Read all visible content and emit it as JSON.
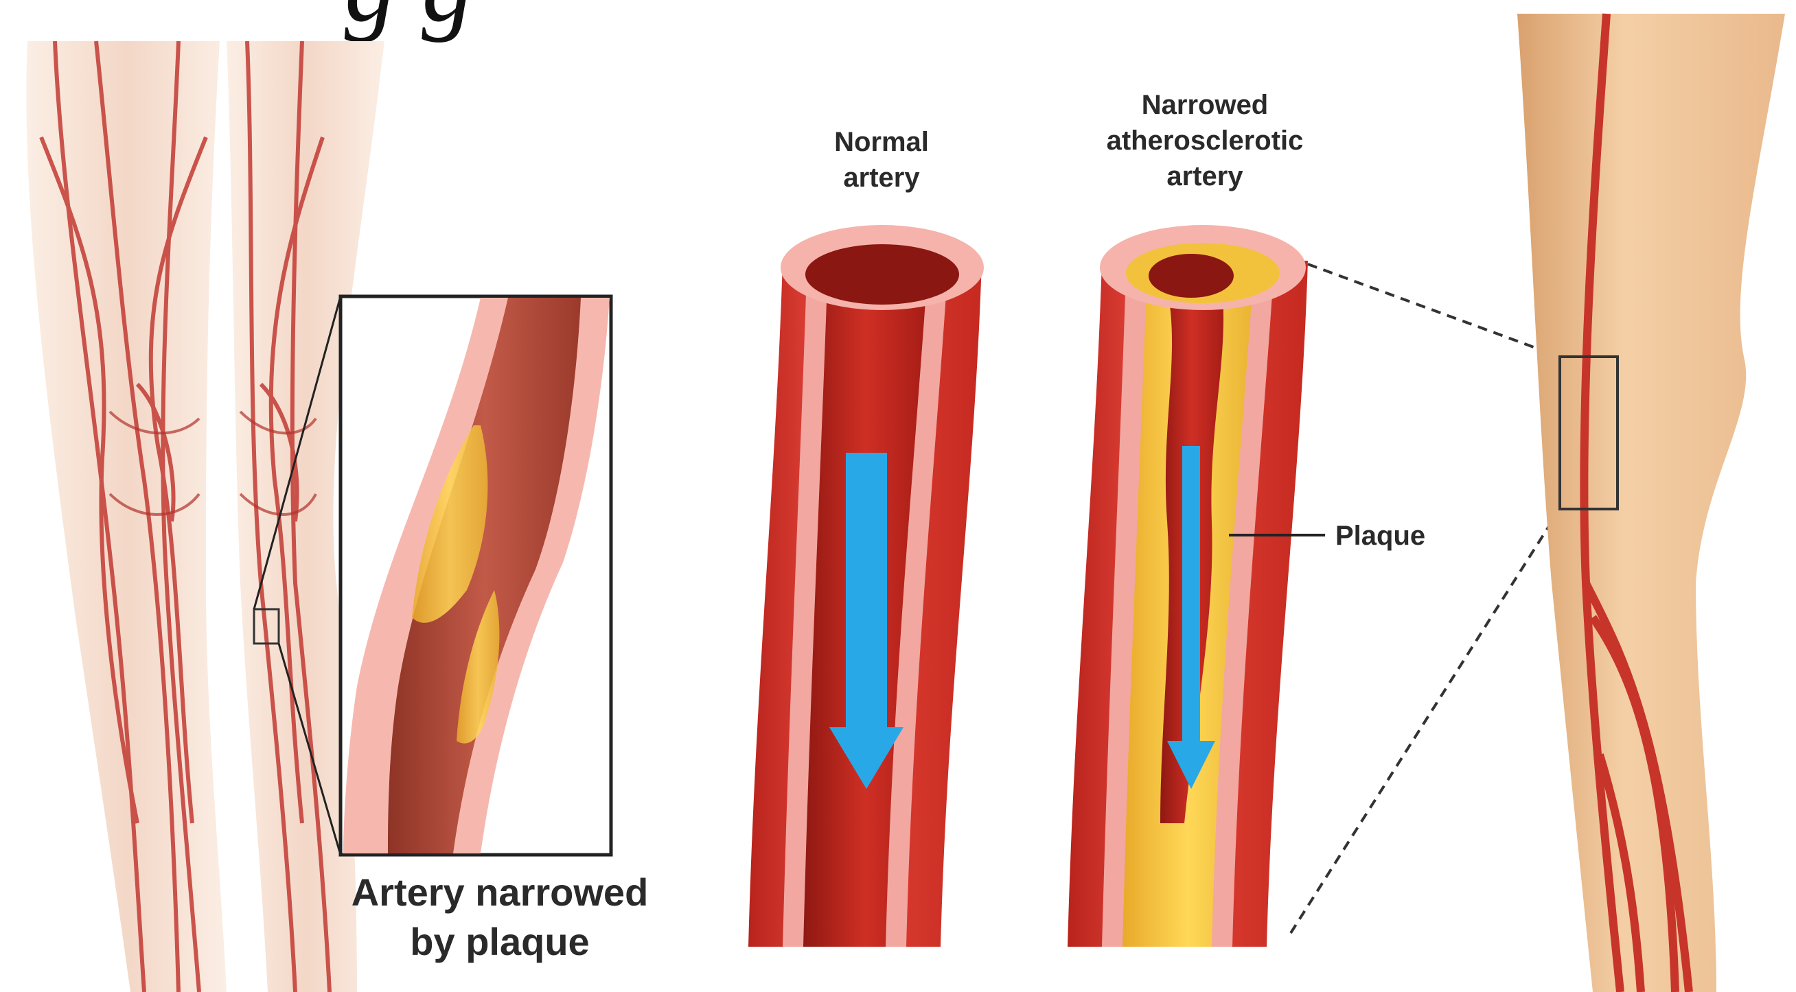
{
  "labels": {
    "inset_caption_line1": "Artery narrowed",
    "inset_caption_line2": "by plaque",
    "normal_line1": "Normal",
    "normal_line2": "artery",
    "narrowed_line1": "Narrowed",
    "narrowed_line2": "atherosclerotic",
    "narrowed_line3": "artery",
    "plaque": "Plaque"
  },
  "colors": {
    "artery_red": "#d9342b",
    "artery_dark": "#a8201c",
    "wall_pink": "#f2a7a1",
    "lumen": "#c4271f",
    "plaque_yellow": "#f3c23c",
    "flow_blue": "#29a8e8",
    "skin": "#f0c9a0",
    "skin_shadow": "#d9a878"
  },
  "icons": {
    "flow_arrow": "down-arrow-icon"
  }
}
